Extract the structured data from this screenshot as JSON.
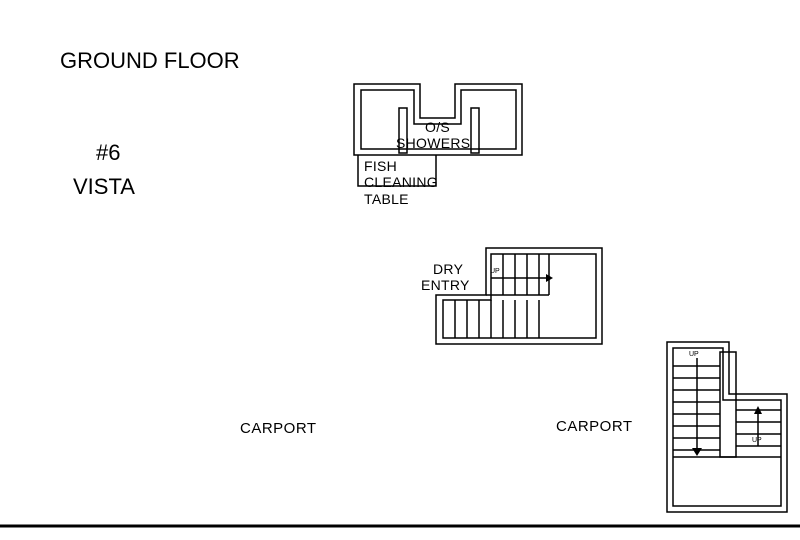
{
  "title": "GROUND FLOOR",
  "unit": {
    "number": "#6",
    "name": "VISTA"
  },
  "rooms": {
    "showers_line1": "O/S",
    "showers_line2": "SHOWERS",
    "fish_line1": "FISH",
    "fish_line2": "CLEANING",
    "fish_line3": "TABLE",
    "dry_line1": "DRY",
    "dry_line2": "ENTRY",
    "carport_left": "CARPORT",
    "carport_right": "CARPORT"
  },
  "stairs": {
    "up_label": "UP"
  }
}
